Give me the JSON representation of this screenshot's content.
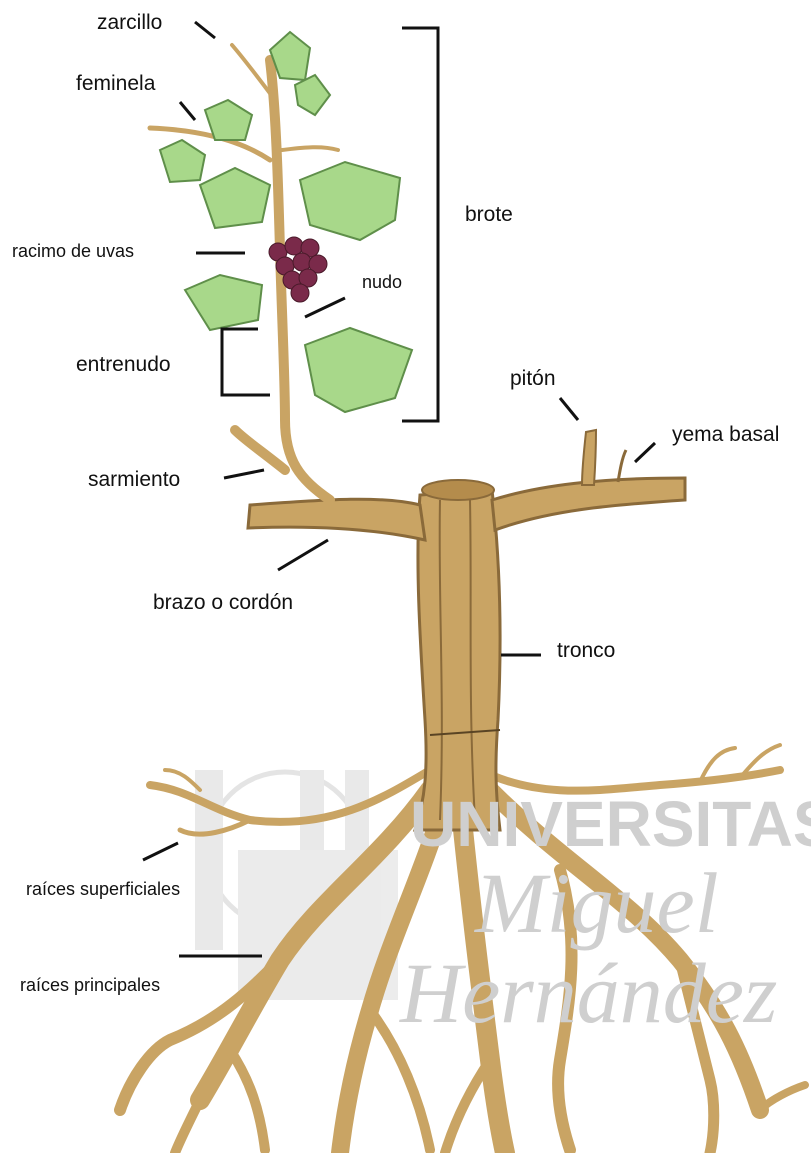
{
  "labels": {
    "zarcillo": "zarcillo",
    "feminela": "feminela",
    "racimo": "racimo de uvas",
    "nudo": "nudo",
    "entrenudo": "entrenudo",
    "brote": "brote",
    "piton": "pitón",
    "yema_basal": "yema basal",
    "sarmiento": "sarmiento",
    "brazo": "brazo o cordón",
    "tronco": "tronco",
    "raices_superficiales": "raíces superficiales",
    "raices_principales": "raíces principales"
  },
  "watermark": {
    "line1": "UNIVERSITAS",
    "line2": "Miguel",
    "line3": "Hernández"
  },
  "colors": {
    "wood": "#c9a464",
    "wood_dark": "#8a6a3a",
    "leaf": "#a8d88a",
    "leaf_edge": "#5f8f4a",
    "grape": "#7a2a4a",
    "line": "#111111",
    "watermark": "#cfcfcf"
  }
}
